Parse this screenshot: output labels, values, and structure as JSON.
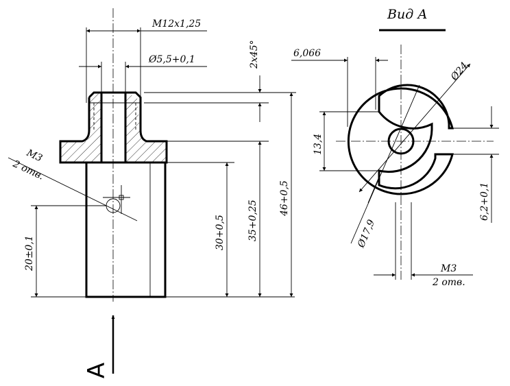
{
  "view_title": "Вид А",
  "view_letter": "А",
  "dimensions": {
    "thread": "М12х1,25",
    "bore": "Ø5,5+0,1",
    "chamfer": "2х45°",
    "side_hole_label": "М3",
    "side_hole_count": "2 отв.",
    "hole_height": "20±0,1",
    "len_30": "30+0,5",
    "len_35": "35+0,25",
    "len_46": "46+0,5",
    "width_6066": "6,066",
    "dia_24": "Ø24",
    "dim_134": "13,4",
    "dim_62": "6,2+0,1",
    "dia_179": "Ø17,9",
    "end_hole_label": "М3",
    "end_hole_count": "2 отв."
  }
}
